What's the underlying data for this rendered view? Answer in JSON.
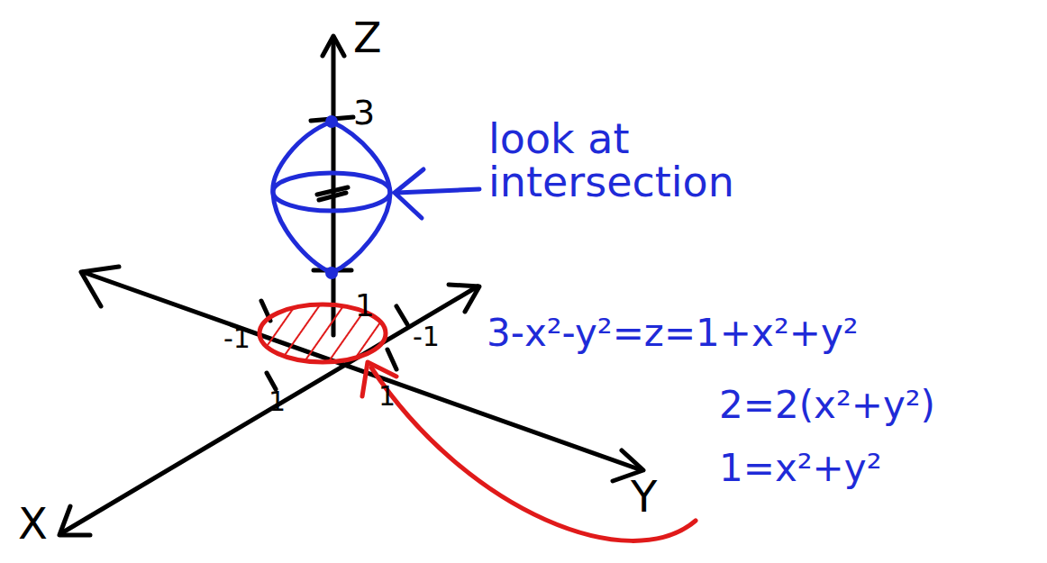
{
  "diagram": {
    "labels": [
      "Z",
      "3",
      "1",
      "-1",
      "-1",
      "1",
      "1",
      "X",
      "Y",
      "look at intersection",
      "3-x²-y²=z=1+x²+y²",
      "2=2(x²+y²)",
      "1=x²+y²"
    ]
  }
}
